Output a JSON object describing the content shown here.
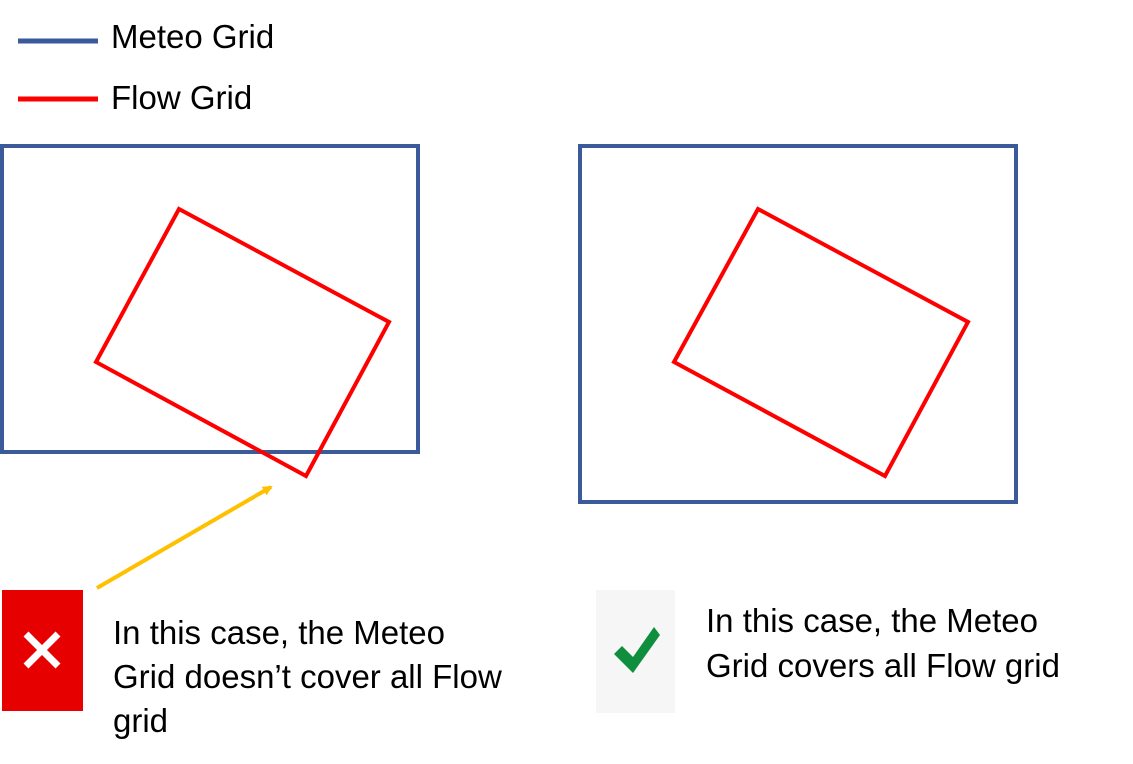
{
  "legend": {
    "items": [
      {
        "label": "Meteo Grid",
        "color": "#3b5a9a"
      },
      {
        "label": "Flow Grid",
        "color": "#ff0000"
      }
    ]
  },
  "panels": [
    {
      "status": "fail",
      "status_icon": "cross-icon",
      "status_color": "#e60000",
      "caption_lines": [
        "In this case, the Meteo",
        "Grid doesn’t cover all Flow",
        "grid"
      ]
    },
    {
      "status": "pass",
      "status_icon": "checkmark-icon",
      "status_color": "#0f8f3d",
      "caption_lines": [
        "In this case,  the Meteo",
        "Grid covers all Flow grid"
      ]
    }
  ],
  "pointer_arrow": {
    "color": "#ffc000"
  }
}
